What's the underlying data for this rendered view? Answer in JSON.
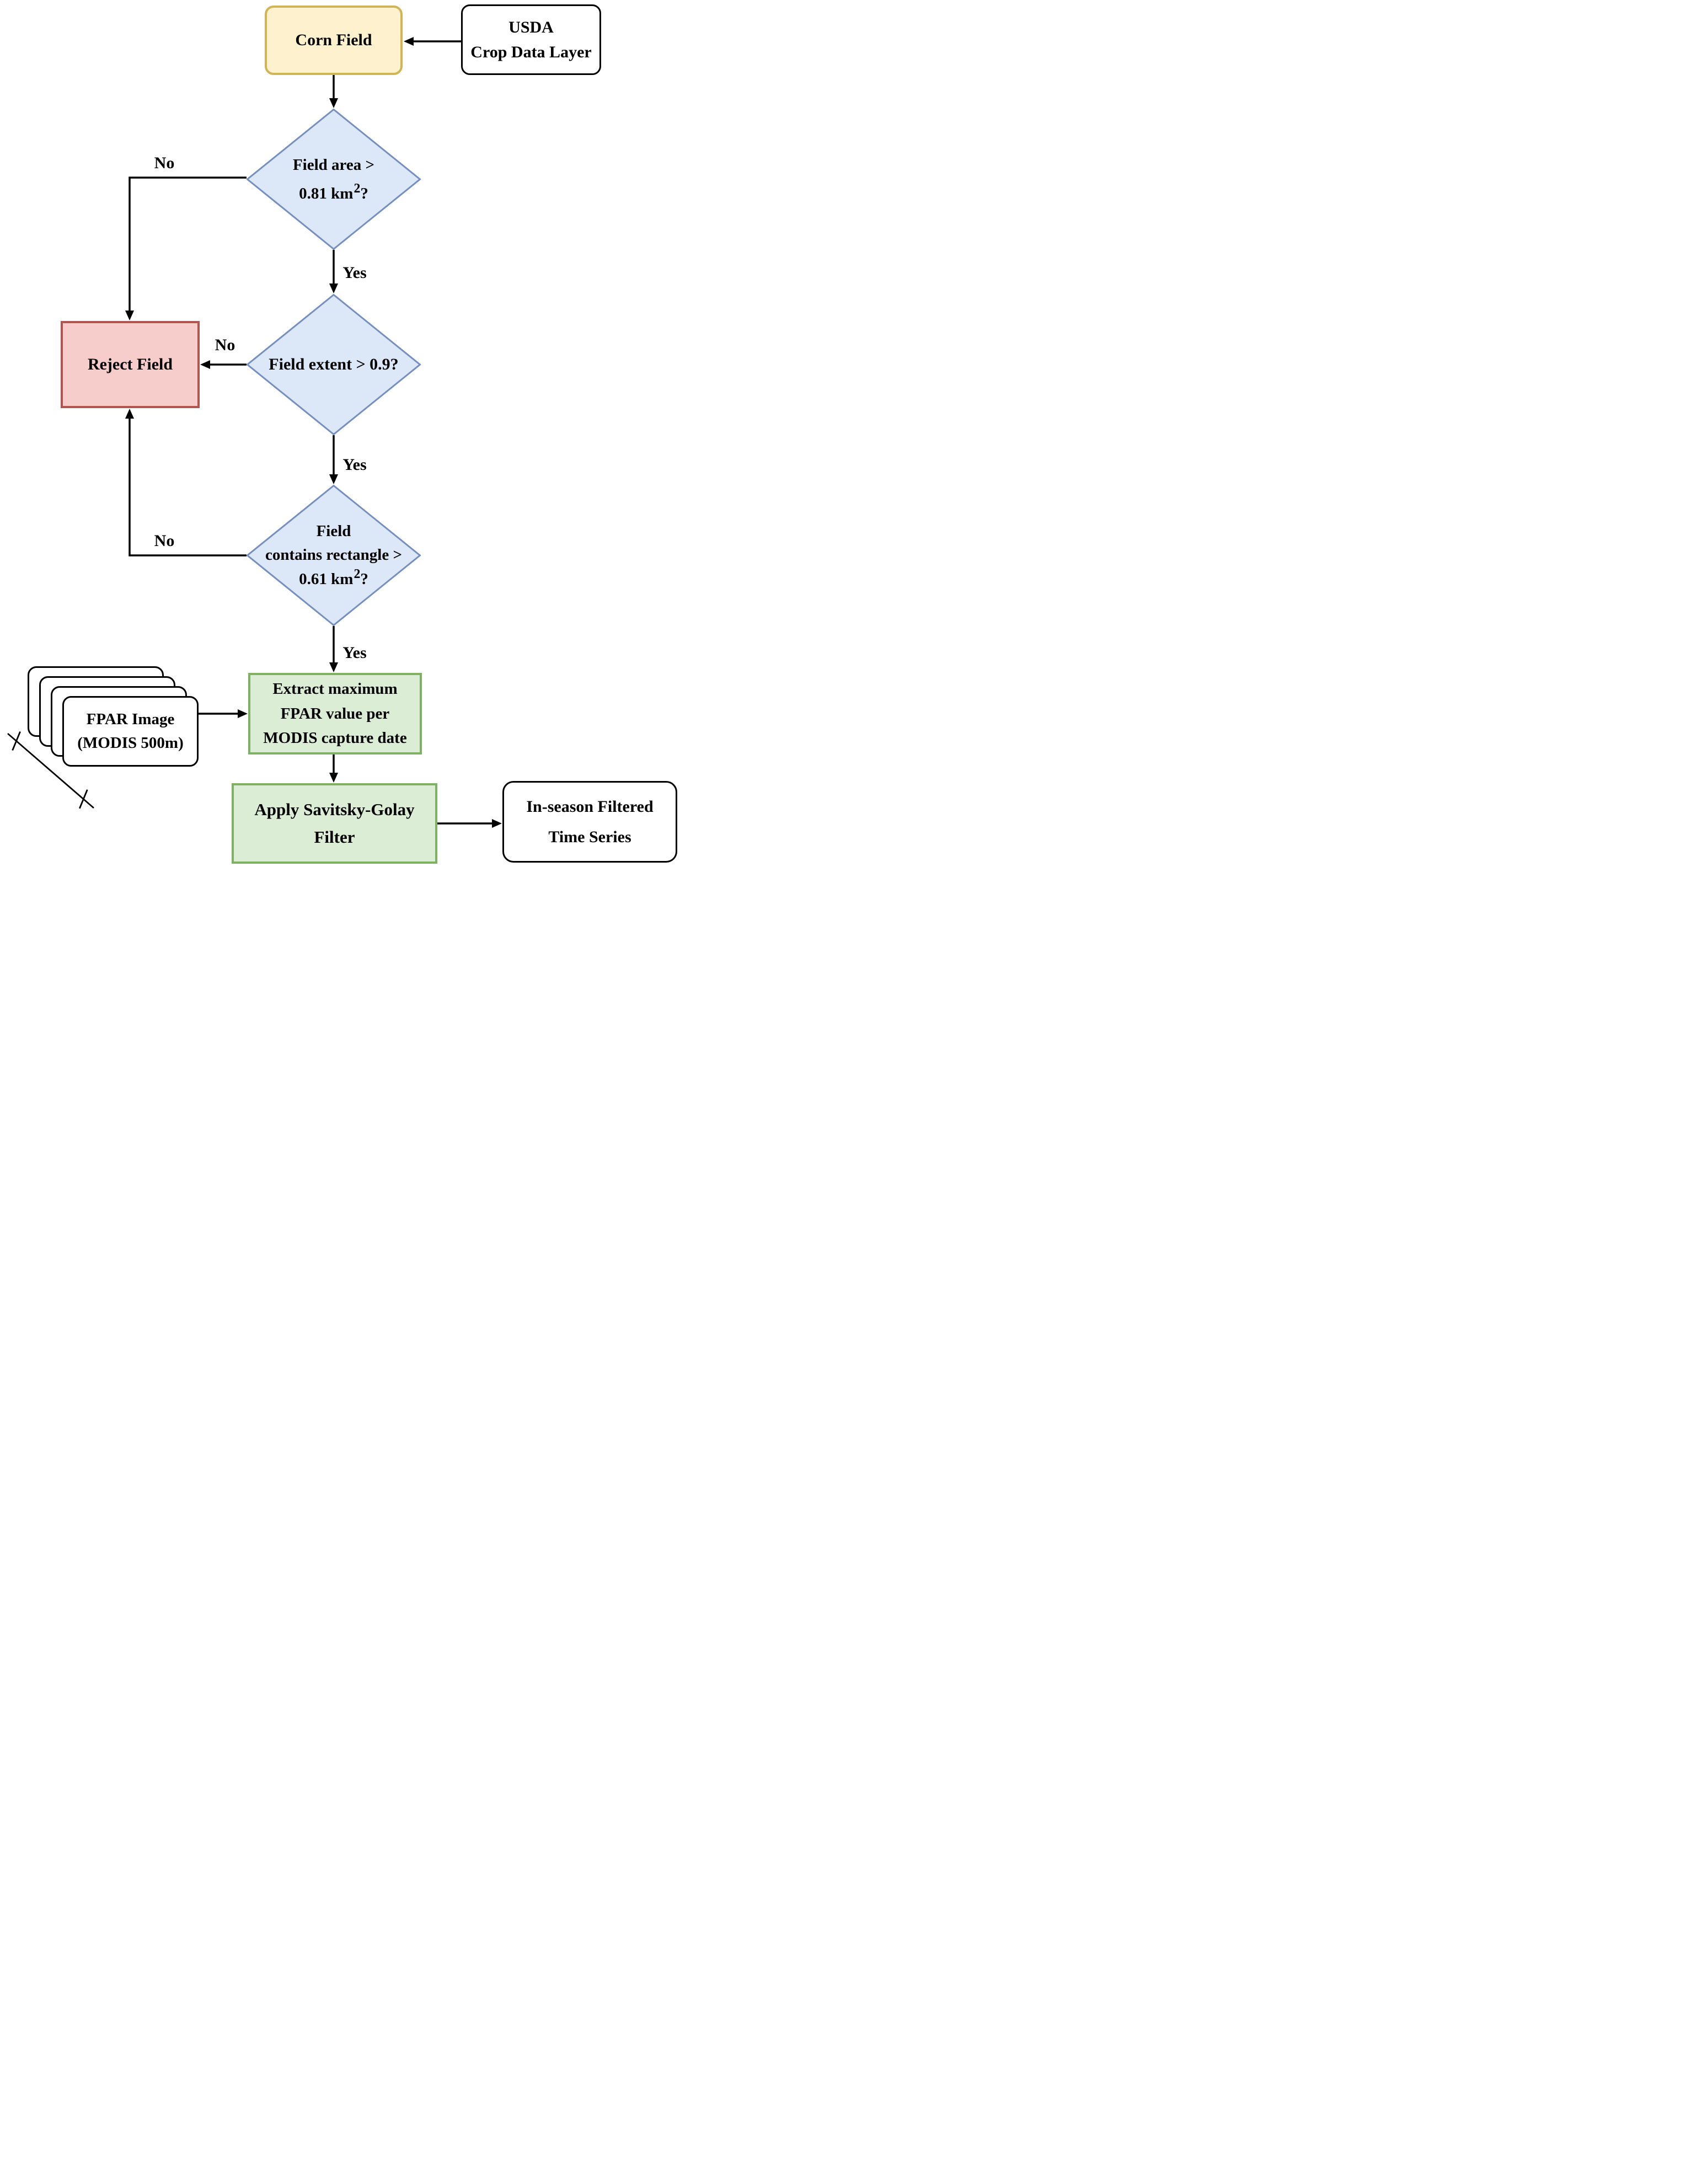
{
  "figure": {
    "type": "flowchart",
    "background": "#FFFFFF"
  },
  "palette": {
    "yellow-fill": "#FEF2CE",
    "yellow-border": "#D2B355",
    "blue-fill": "#DCE8F8",
    "blue-border": "#7590C0",
    "red-fill": "#F7CDCC",
    "red-border": "#B05550",
    "green-fill": "#DCEDD5",
    "green-border": "#7FB164",
    "white-fill": "#FFFFFF",
    "line-color": "#000000"
  },
  "nodes": {
    "corn_field": {
      "label": "Corn Field"
    },
    "usda": {
      "line1": "USDA",
      "line2": "Crop Data Layer"
    },
    "decision_area": {
      "line1": "Field area >",
      "value": "0.81 km",
      "sup": "2",
      "tail": "?"
    },
    "decision_extent": {
      "label": "Field extent > 0.9?"
    },
    "decision_rectangle": {
      "line1": "Field",
      "line2": "contains rectangle >",
      "value": "0.61 km",
      "sup": "2",
      "tail": "?"
    },
    "reject": {
      "label": "Reject Field"
    },
    "extract": {
      "line1": "Extract maximum",
      "line2": "FPAR value per",
      "line3": "MODIS capture date"
    },
    "fpar_stack": {
      "line1": "FPAR Image",
      "line2": "(MODIS 500m)"
    },
    "savgol": {
      "line1": "Apply Savitsky-Golay",
      "line2": "Filter"
    },
    "output": {
      "line1": "In-season Filtered",
      "line2": "Time Series"
    }
  },
  "edge_labels": {
    "no_area": "No",
    "yes_area": "Yes",
    "no_extent": "No",
    "yes_extent": "Yes",
    "no_rectangle": "No",
    "yes_rectangle": "Yes"
  }
}
